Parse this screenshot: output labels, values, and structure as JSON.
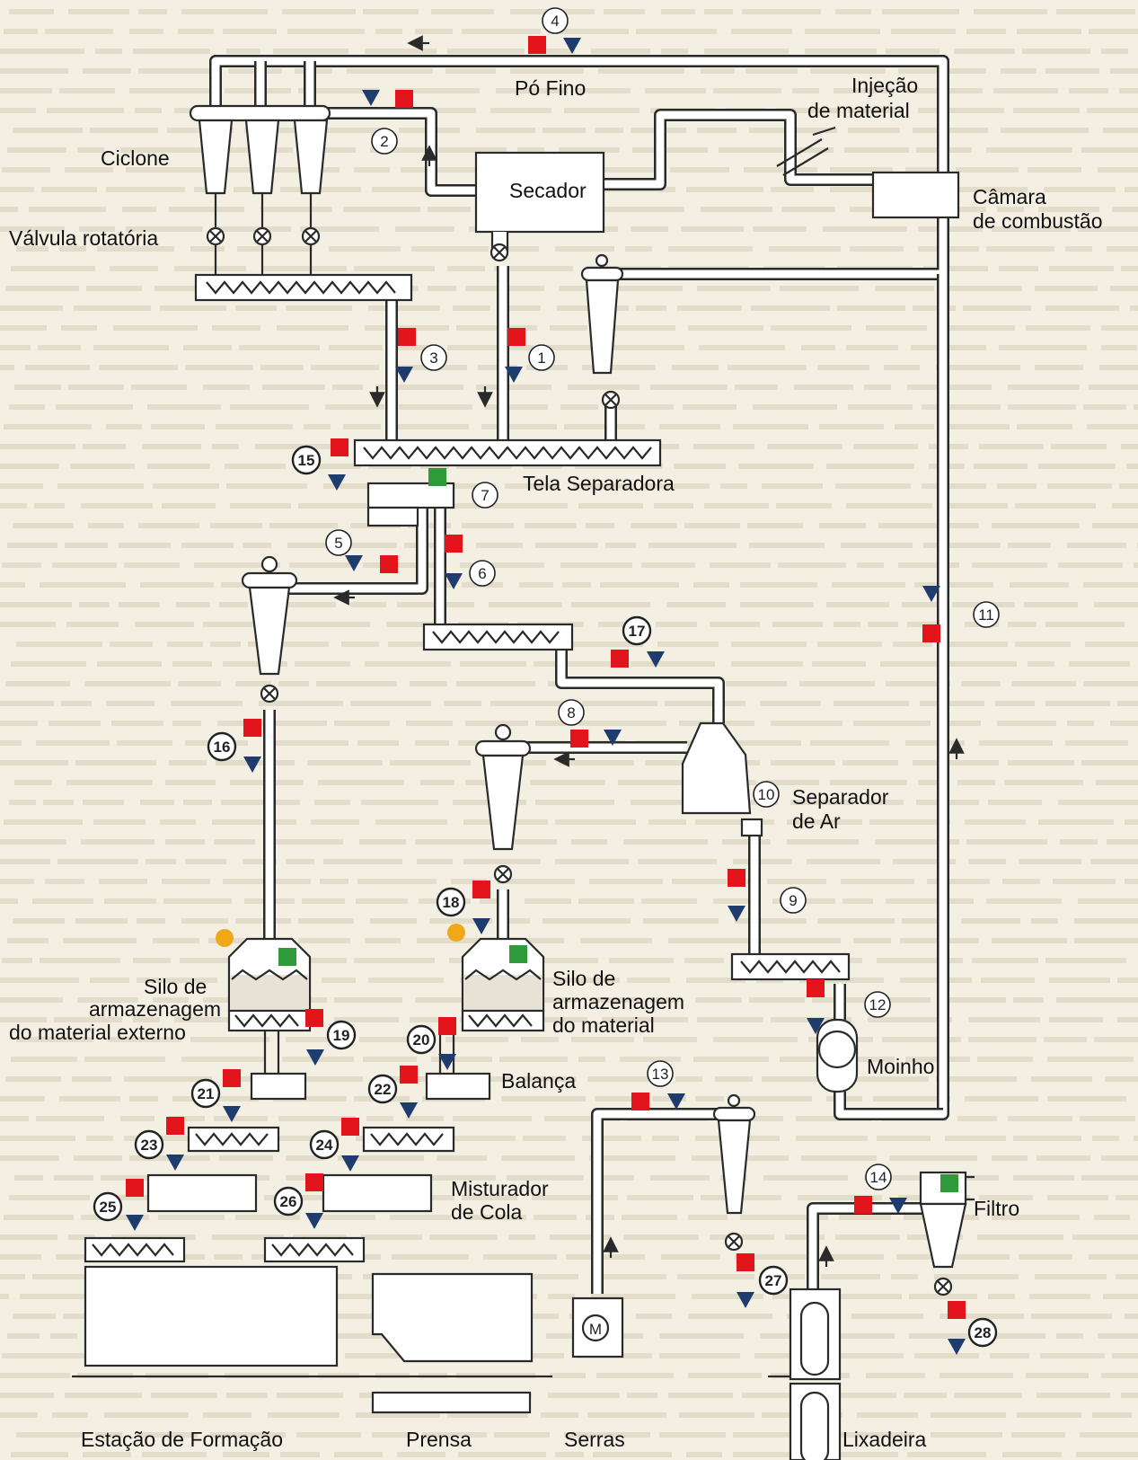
{
  "labels": {
    "po_fino": "Pó Fino",
    "injecao_line1": "Injeção",
    "injecao_line2": "de material",
    "ciclone": "Ciclone",
    "secador": "Secador",
    "camara_line1": "Câmara",
    "camara_line2": "de combustão",
    "valvula": "Válvula rotatória",
    "tela": "Tela Separadora",
    "separador_line1": "Separador",
    "separador_line2": "de Ar",
    "silo_ext_line1": "Silo de",
    "silo_ext_line2": "armazenagem",
    "silo_ext_line3": "do material externo",
    "silo_line1": "Silo de",
    "silo_line2": "armazenagem",
    "silo_line3": "do material",
    "moinho": "Moinho",
    "balanca": "Balança",
    "misturador_line1": "Misturador",
    "misturador_line2": "de Cola",
    "filtro": "Filtro",
    "estacao": "Estação de Formação",
    "prensa": "Prensa",
    "serras": "Serras",
    "lixadeira": "Lixadeira",
    "motor": "M"
  },
  "points": {
    "p1": "1",
    "p2": "2",
    "p3": "3",
    "p4": "4",
    "p5": "5",
    "p6": "6",
    "p7": "7",
    "p8": "8",
    "p9": "9",
    "p10": "10",
    "p11": "11",
    "p12": "12",
    "p13": "13",
    "p14": "14",
    "p15": "15",
    "p16": "16",
    "p17": "17",
    "p18": "18",
    "p19": "19",
    "p20": "20",
    "p21": "21",
    "p22": "22",
    "p23": "23",
    "p24": "24",
    "p25": "25",
    "p26": "26",
    "p27": "27",
    "p28": "28"
  },
  "legend_colors": {
    "red_marker": "#e3141b",
    "blue_marker": "#1e3d6e",
    "green_marker": "#2e9a3a",
    "orange_marker": "#f0a819"
  }
}
